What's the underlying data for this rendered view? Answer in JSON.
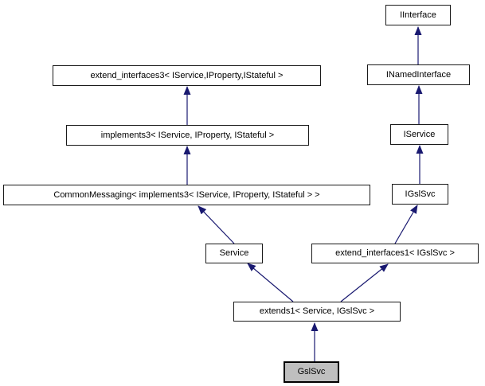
{
  "diagram": {
    "type": "class-inheritance-graph",
    "current_class": "GslSvc"
  },
  "colors": {
    "background": "#ffffff",
    "node_fill": "#ffffff",
    "node_border": "#1a1a1a",
    "highlight_node_fill": "#bfbfbf",
    "arrow": "#191970",
    "text": "#000000"
  },
  "nodes": [
    {
      "id": "iinterface",
      "label": "IInterface",
      "highlighted": false
    },
    {
      "id": "extend_interfaces3",
      "label": "extend_interfaces3< IService,IProperty,IStateful >",
      "highlighted": false
    },
    {
      "id": "inamedinterface",
      "label": "INamedInterface",
      "highlighted": false
    },
    {
      "id": "implements3",
      "label": "implements3< IService, IProperty, IStateful >",
      "highlighted": false
    },
    {
      "id": "iservice",
      "label": "IService",
      "highlighted": false
    },
    {
      "id": "commonmessaging",
      "label": "CommonMessaging< implements3< IService, IProperty, IStateful > >",
      "highlighted": false
    },
    {
      "id": "igslsvc",
      "label": "IGslSvc",
      "highlighted": false
    },
    {
      "id": "service",
      "label": "Service",
      "highlighted": false
    },
    {
      "id": "extend_interfaces1",
      "label": "extend_interfaces1< IGslSvc >",
      "highlighted": false
    },
    {
      "id": "extends1",
      "label": "extends1< Service, IGslSvc >",
      "highlighted": false
    },
    {
      "id": "gslsvc",
      "label": "GslSvc",
      "highlighted": true
    }
  ],
  "edges": [
    {
      "from": "INamedInterface",
      "to": "IInterface"
    },
    {
      "from": "IService",
      "to": "INamedInterface"
    },
    {
      "from": "IGslSvc",
      "to": "IService"
    },
    {
      "from": "implements3< IService, IProperty, IStateful >",
      "to": "extend_interfaces3< IService,IProperty,IStateful >"
    },
    {
      "from": "CommonMessaging< implements3< IService, IProperty, IStateful > >",
      "to": "implements3< IService, IProperty, IStateful >"
    },
    {
      "from": "Service",
      "to": "CommonMessaging< implements3< IService, IProperty, IStateful > >"
    },
    {
      "from": "extend_interfaces1< IGslSvc >",
      "to": "IGslSvc"
    },
    {
      "from": "extends1< Service, IGslSvc >",
      "to": "Service"
    },
    {
      "from": "extends1< Service, IGslSvc >",
      "to": "extend_interfaces1< IGslSvc >"
    },
    {
      "from": "GslSvc",
      "to": "extends1< Service, IGslSvc >"
    }
  ]
}
